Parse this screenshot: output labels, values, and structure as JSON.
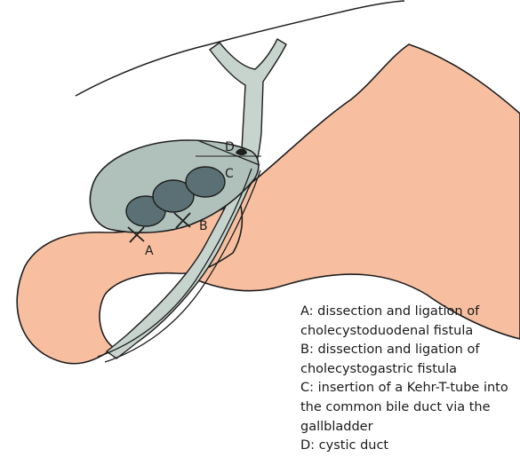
{
  "markers": {
    "a": "A",
    "b": "B",
    "c": "C",
    "d": "D"
  },
  "legend": [
    {
      "text": "A: dissection and ligation of cholecystoduodenal fistula"
    },
    {
      "text": "B: dissection and ligation of cholecystogastric fistula"
    },
    {
      "text": "C: insertion of a Kehr-T-tube into the common bile duct via the gallbladder"
    },
    {
      "text": "D: cystic duct"
    }
  ],
  "colors": {
    "organ_fill": "#f7bfa0",
    "duct_fill": "#c6d4cd",
    "gallbladder_fill": "#b0c1bb",
    "stone_fill": "#5b7074",
    "outline": "#1e1e1e"
  }
}
